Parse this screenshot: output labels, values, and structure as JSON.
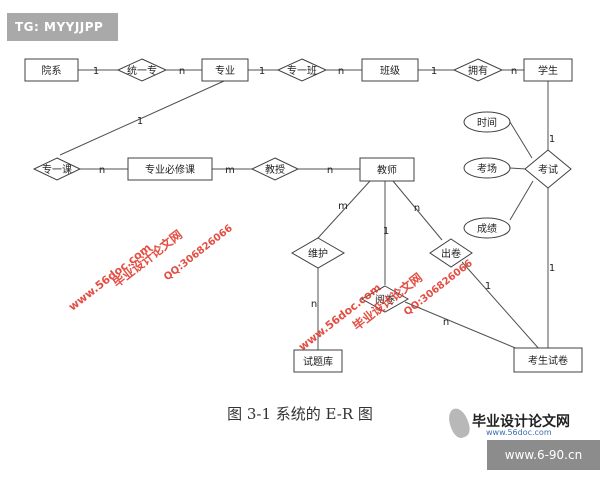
{
  "watermark_tag": "TG: MYYJJPP",
  "caption": "图 3-1  系统的 E-R 图",
  "logo": {
    "text": "毕业设计论文网",
    "sub": "www.56doc.com"
  },
  "corner_url": "www.6-90.cn",
  "overlay_watermark": [
    "毕业设计论文网",
    "www.56doc.com",
    "QQ:306826066"
  ],
  "colors": {
    "line": "#505050",
    "entity_border": "#404040",
    "watermark_red": "#e23a2e",
    "link_blue": "#3a6fb0"
  },
  "entities": [
    {
      "id": "dept",
      "label": "院系"
    },
    {
      "id": "major",
      "label": "专业"
    },
    {
      "id": "class",
      "label": "班级"
    },
    {
      "id": "student",
      "label": "学生"
    },
    {
      "id": "course",
      "label": "专业必修课"
    },
    {
      "id": "teacher",
      "label": "教师"
    },
    {
      "id": "bank",
      "label": "试题库"
    },
    {
      "id": "paper",
      "label": "考生试卷"
    }
  ],
  "relationships": [
    {
      "id": "r1",
      "label": "统一专"
    },
    {
      "id": "r2",
      "label": "专一班"
    },
    {
      "id": "r3",
      "label": "拥有"
    },
    {
      "id": "r4",
      "label": "专一课"
    },
    {
      "id": "r5",
      "label": "教授"
    },
    {
      "id": "r6",
      "label": "考试"
    },
    {
      "id": "r7",
      "label": "维护"
    },
    {
      "id": "r8",
      "label": "出卷"
    },
    {
      "id": "r9",
      "label": "阅卷"
    }
  ],
  "attributes": [
    {
      "id": "a1",
      "label": "时间"
    },
    {
      "id": "a2",
      "label": "考场"
    },
    {
      "id": "a3",
      "label": "成绩"
    }
  ],
  "cardinalities": [
    {
      "id": "c1",
      "text": "1"
    },
    {
      "id": "c2",
      "text": "n"
    },
    {
      "id": "c3",
      "text": "1"
    },
    {
      "id": "c4",
      "text": "n"
    },
    {
      "id": "c5",
      "text": "1"
    },
    {
      "id": "c6",
      "text": "n"
    },
    {
      "id": "c7",
      "text": "1"
    },
    {
      "id": "c8",
      "text": "n"
    },
    {
      "id": "c9",
      "text": "m"
    },
    {
      "id": "c10",
      "text": "n"
    },
    {
      "id": "c11",
      "text": "1"
    },
    {
      "id": "c12",
      "text": "1"
    },
    {
      "id": "c13",
      "text": "m"
    },
    {
      "id": "c14",
      "text": "n"
    },
    {
      "id": "c15",
      "text": "1"
    },
    {
      "id": "c16",
      "text": "n"
    },
    {
      "id": "c17",
      "text": "1"
    },
    {
      "id": "c18",
      "text": "n"
    }
  ]
}
